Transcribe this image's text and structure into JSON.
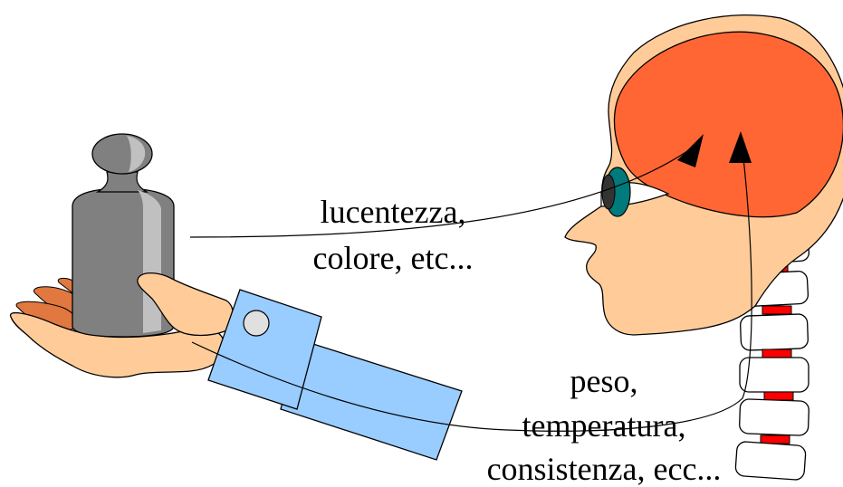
{
  "labels": {
    "vision_line1": "lucentezza,",
    "vision_line2": "colore, etc...",
    "touch_line1": "peso,",
    "touch_line2": "temperatura,",
    "touch_line3": "consistenza, ecc..."
  },
  "colors": {
    "skin": "#FFCC99",
    "brain": "#FF6633",
    "iris": "#007A7A",
    "sleeve": "#99CCFF",
    "weight_dark": "#808080",
    "weight_light": "#C0C0C0",
    "finger_shadow": "#E07840",
    "vertebra": "#FFFFFF",
    "disc": "#FF0000"
  }
}
